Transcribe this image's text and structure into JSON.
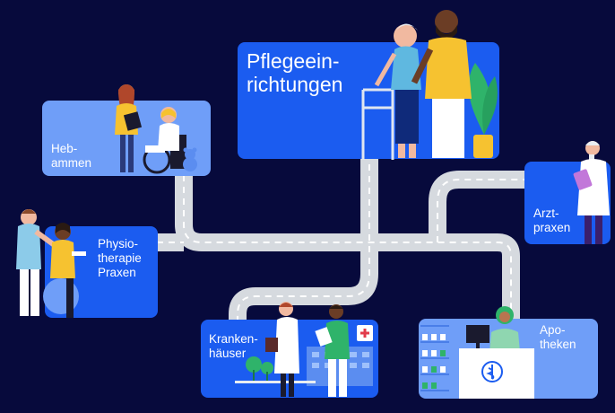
{
  "colors": {
    "background": "#070a3c",
    "card_light": "#6f9ef8",
    "card_dark": "#1b5cf0",
    "road": "#d6dadf",
    "road_marking": "#ffffff",
    "skin_light": "#f1b9a0",
    "skin_dark": "#6b3d25",
    "yellow": "#f6c230",
    "green": "#2fb36a"
  },
  "cards": [
    {
      "id": "pflegeeinrichtungen",
      "label": "Pflegeein-\nrichtungen",
      "theme": "dark",
      "illustration": "elderly-care-icon"
    },
    {
      "id": "hebammen",
      "label": "Heb-\nammen",
      "theme": "light",
      "illustration": "midwife-icon"
    },
    {
      "id": "arztpraxen",
      "label": "Arzt-\npraxen",
      "theme": "dark",
      "illustration": "doctor-icon"
    },
    {
      "id": "physiotherapie",
      "label": "Physio-\ntherapie\nPraxen",
      "theme": "dark",
      "illustration": "physiotherapy-icon"
    },
    {
      "id": "krankenhaeuser",
      "label": "Kranken-\nhäuser",
      "theme": "dark",
      "illustration": "hospital-icon"
    },
    {
      "id": "apotheken",
      "label": "Apo-\ntheken",
      "theme": "light",
      "illustration": "pharmacy-icon"
    }
  ]
}
